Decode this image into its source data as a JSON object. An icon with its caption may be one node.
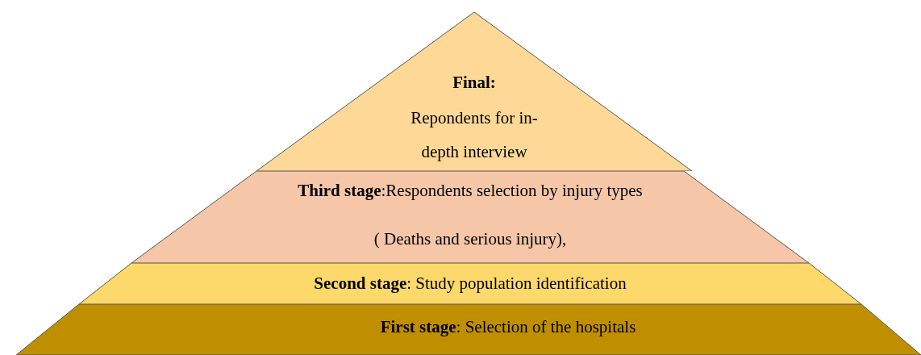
{
  "diagram": {
    "nodes": [
      {
        "text": [
          "Final:",
          "Repondents for in-depth interview"
        ]
      },
      {
        "text": [
          "**Third stage**:Respondents selection by injury types",
          "( Deaths and serious injury),"
        ]
      },
      {
        "text": [
          "**Second stage**: Study population identification"
        ]
      },
      {
        "text": [
          "**First stage**: Selection of the hospitals"
        ]
      }
    ]
  }
}
